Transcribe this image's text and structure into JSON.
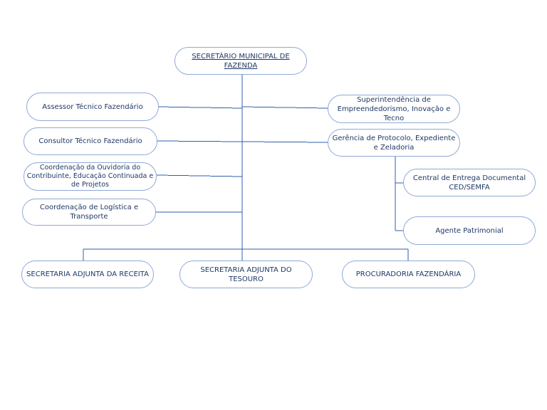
{
  "org_chart": {
    "root": "SECRETÁRIO MUNICIPAL DE FAZENDA",
    "left_staff": [
      "Assessor Técnico Fazendário",
      "Consultor Técnico Fazendário",
      "Coordenação da Ouvidoria do Contribuinte, Educação Continuada e de Projetos",
      "Coordenação de Logística e Transporte"
    ],
    "right_staff": [
      "Superintendência de Empreendedorismo, Inovação e Tecno",
      "Gerência de Protocolo, Expediente e Zeladoria"
    ],
    "gerencia_children": [
      "Central de Entrega Documental CED/SEMFA",
      "Agente Patrimonial"
    ],
    "bottom_units": [
      "SECRETARIA ADJUNTA DA RECEITA",
      "SECRETARIA ADJUNTA DO TESOURO",
      "PROCURADORIA FAZENDÁRIA"
    ]
  }
}
